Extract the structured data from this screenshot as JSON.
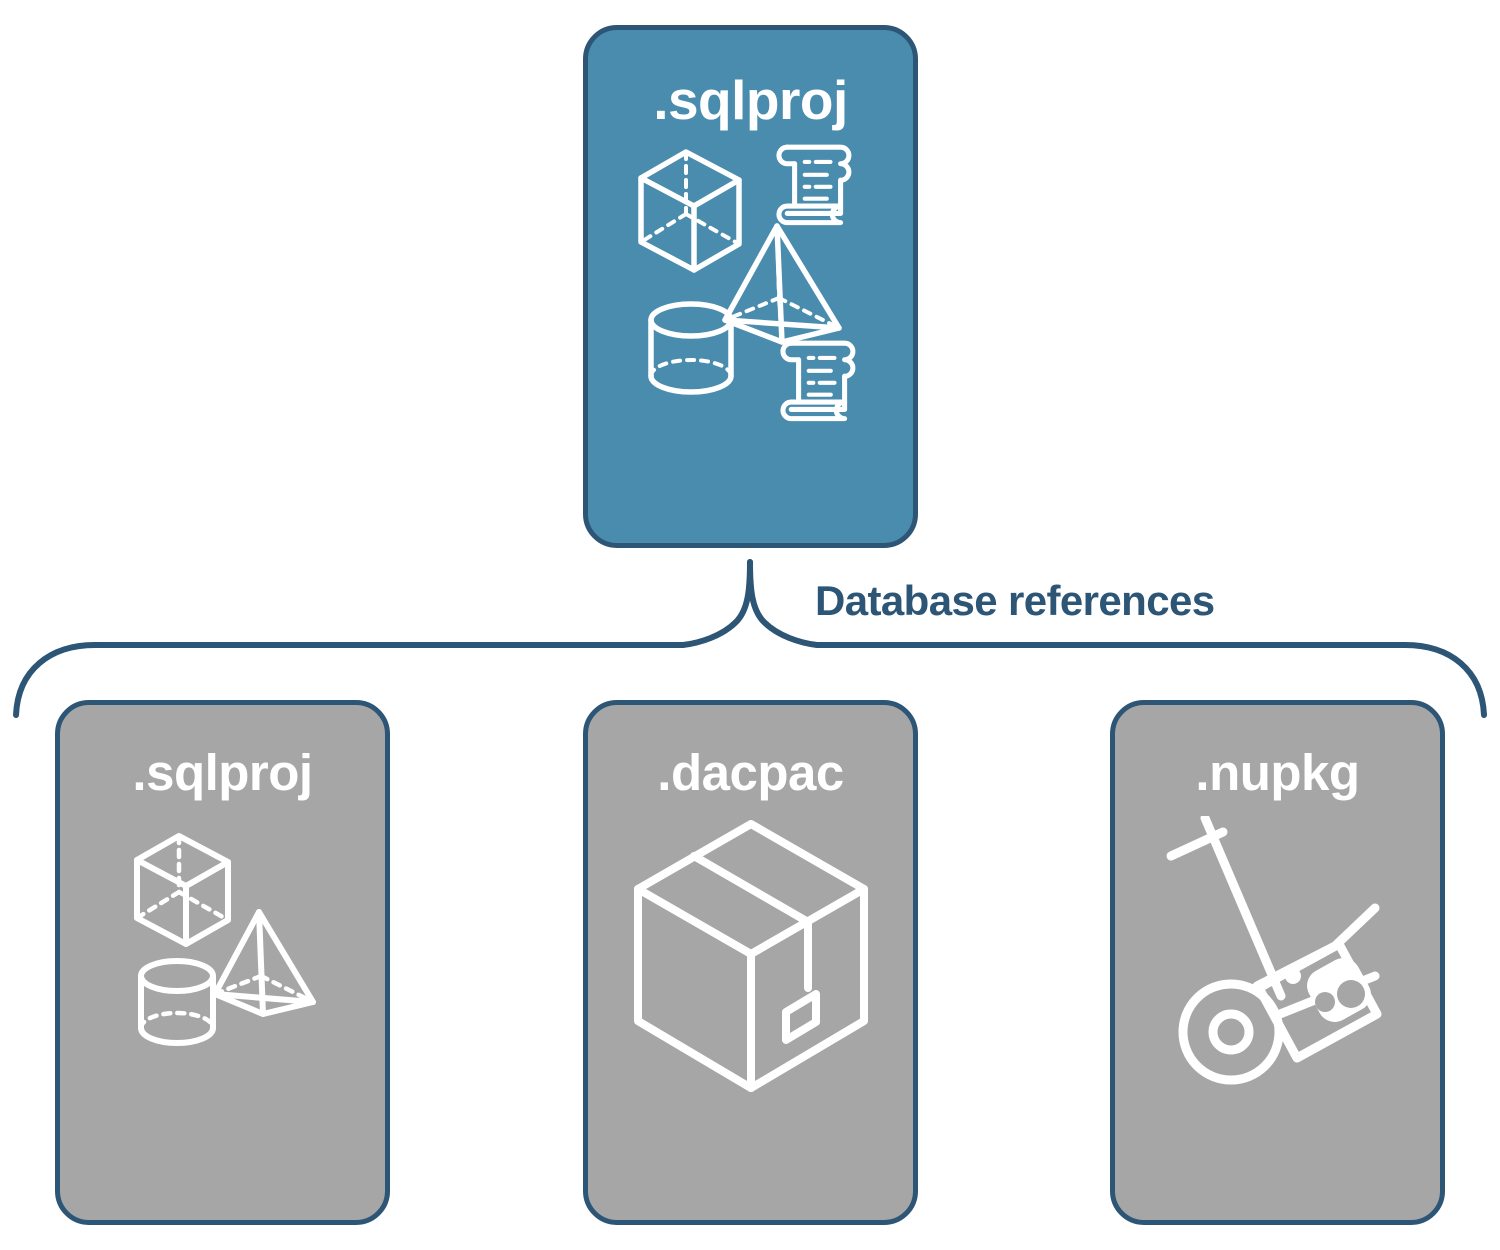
{
  "diagram": {
    "title": "Database references",
    "colors": {
      "accent_blue": "#4a8cae",
      "border_navy": "#2d5575",
      "node_gray": "#a6a6a6",
      "icon_white": "#ffffff",
      "background": "#ffffff"
    },
    "root": {
      "label": ".sqlproj",
      "fill": "#4a8cae",
      "icons": [
        "cube-wireframe-icon",
        "scroll-icon",
        "pyramid-wireframe-icon",
        "cylinder-wireframe-icon",
        "scroll-icon"
      ]
    },
    "connector": {
      "type": "curly-brace-up",
      "label": "Database references",
      "label_color": "#2d5575",
      "branch_count": 3
    },
    "children": [
      {
        "label": ".sqlproj",
        "fill": "#a6a6a6",
        "icons": [
          "cube-wireframe-icon",
          "pyramid-wireframe-icon",
          "cylinder-wireframe-icon"
        ]
      },
      {
        "label": ".dacpac",
        "fill": "#a6a6a6",
        "icons": [
          "shipping-box-icon"
        ]
      },
      {
        "label": ".nupkg",
        "fill": "#a6a6a6",
        "icons": [
          "hand-truck-package-icon"
        ]
      }
    ]
  }
}
